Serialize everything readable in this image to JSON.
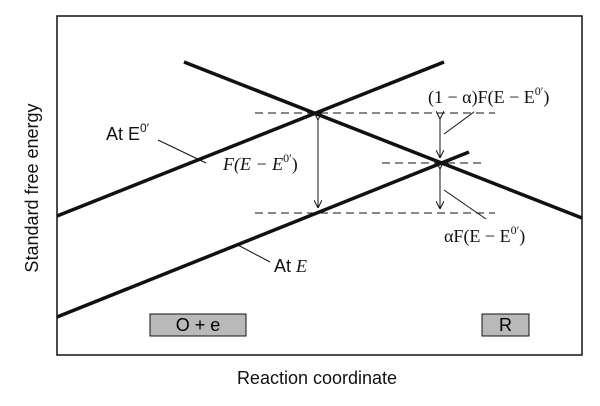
{
  "axes": {
    "ylabel": "Standard free energy",
    "xlabel": "Reaction coordinate"
  },
  "curves": {
    "at_E0_label_prefix": "At E",
    "at_E0_superscript": "0′",
    "at_E_label_prefix": "At ",
    "at_E_label_italic": "E"
  },
  "annotations": {
    "F_delta": {
      "prefix": "F(E − E",
      "superscript": "0′",
      "suffix": ")"
    },
    "one_minus_alpha": {
      "prefix": "(1 − α)F(E − E",
      "superscript": "0′",
      "suffix": ")"
    },
    "alpha": {
      "prefix": "αF(E − E",
      "superscript": "0′",
      "suffix": ")"
    }
  },
  "boxes": {
    "left": "O + e",
    "right": "R"
  },
  "colors": {
    "box_fill": "#b9b9b9",
    "line": "#111111"
  }
}
